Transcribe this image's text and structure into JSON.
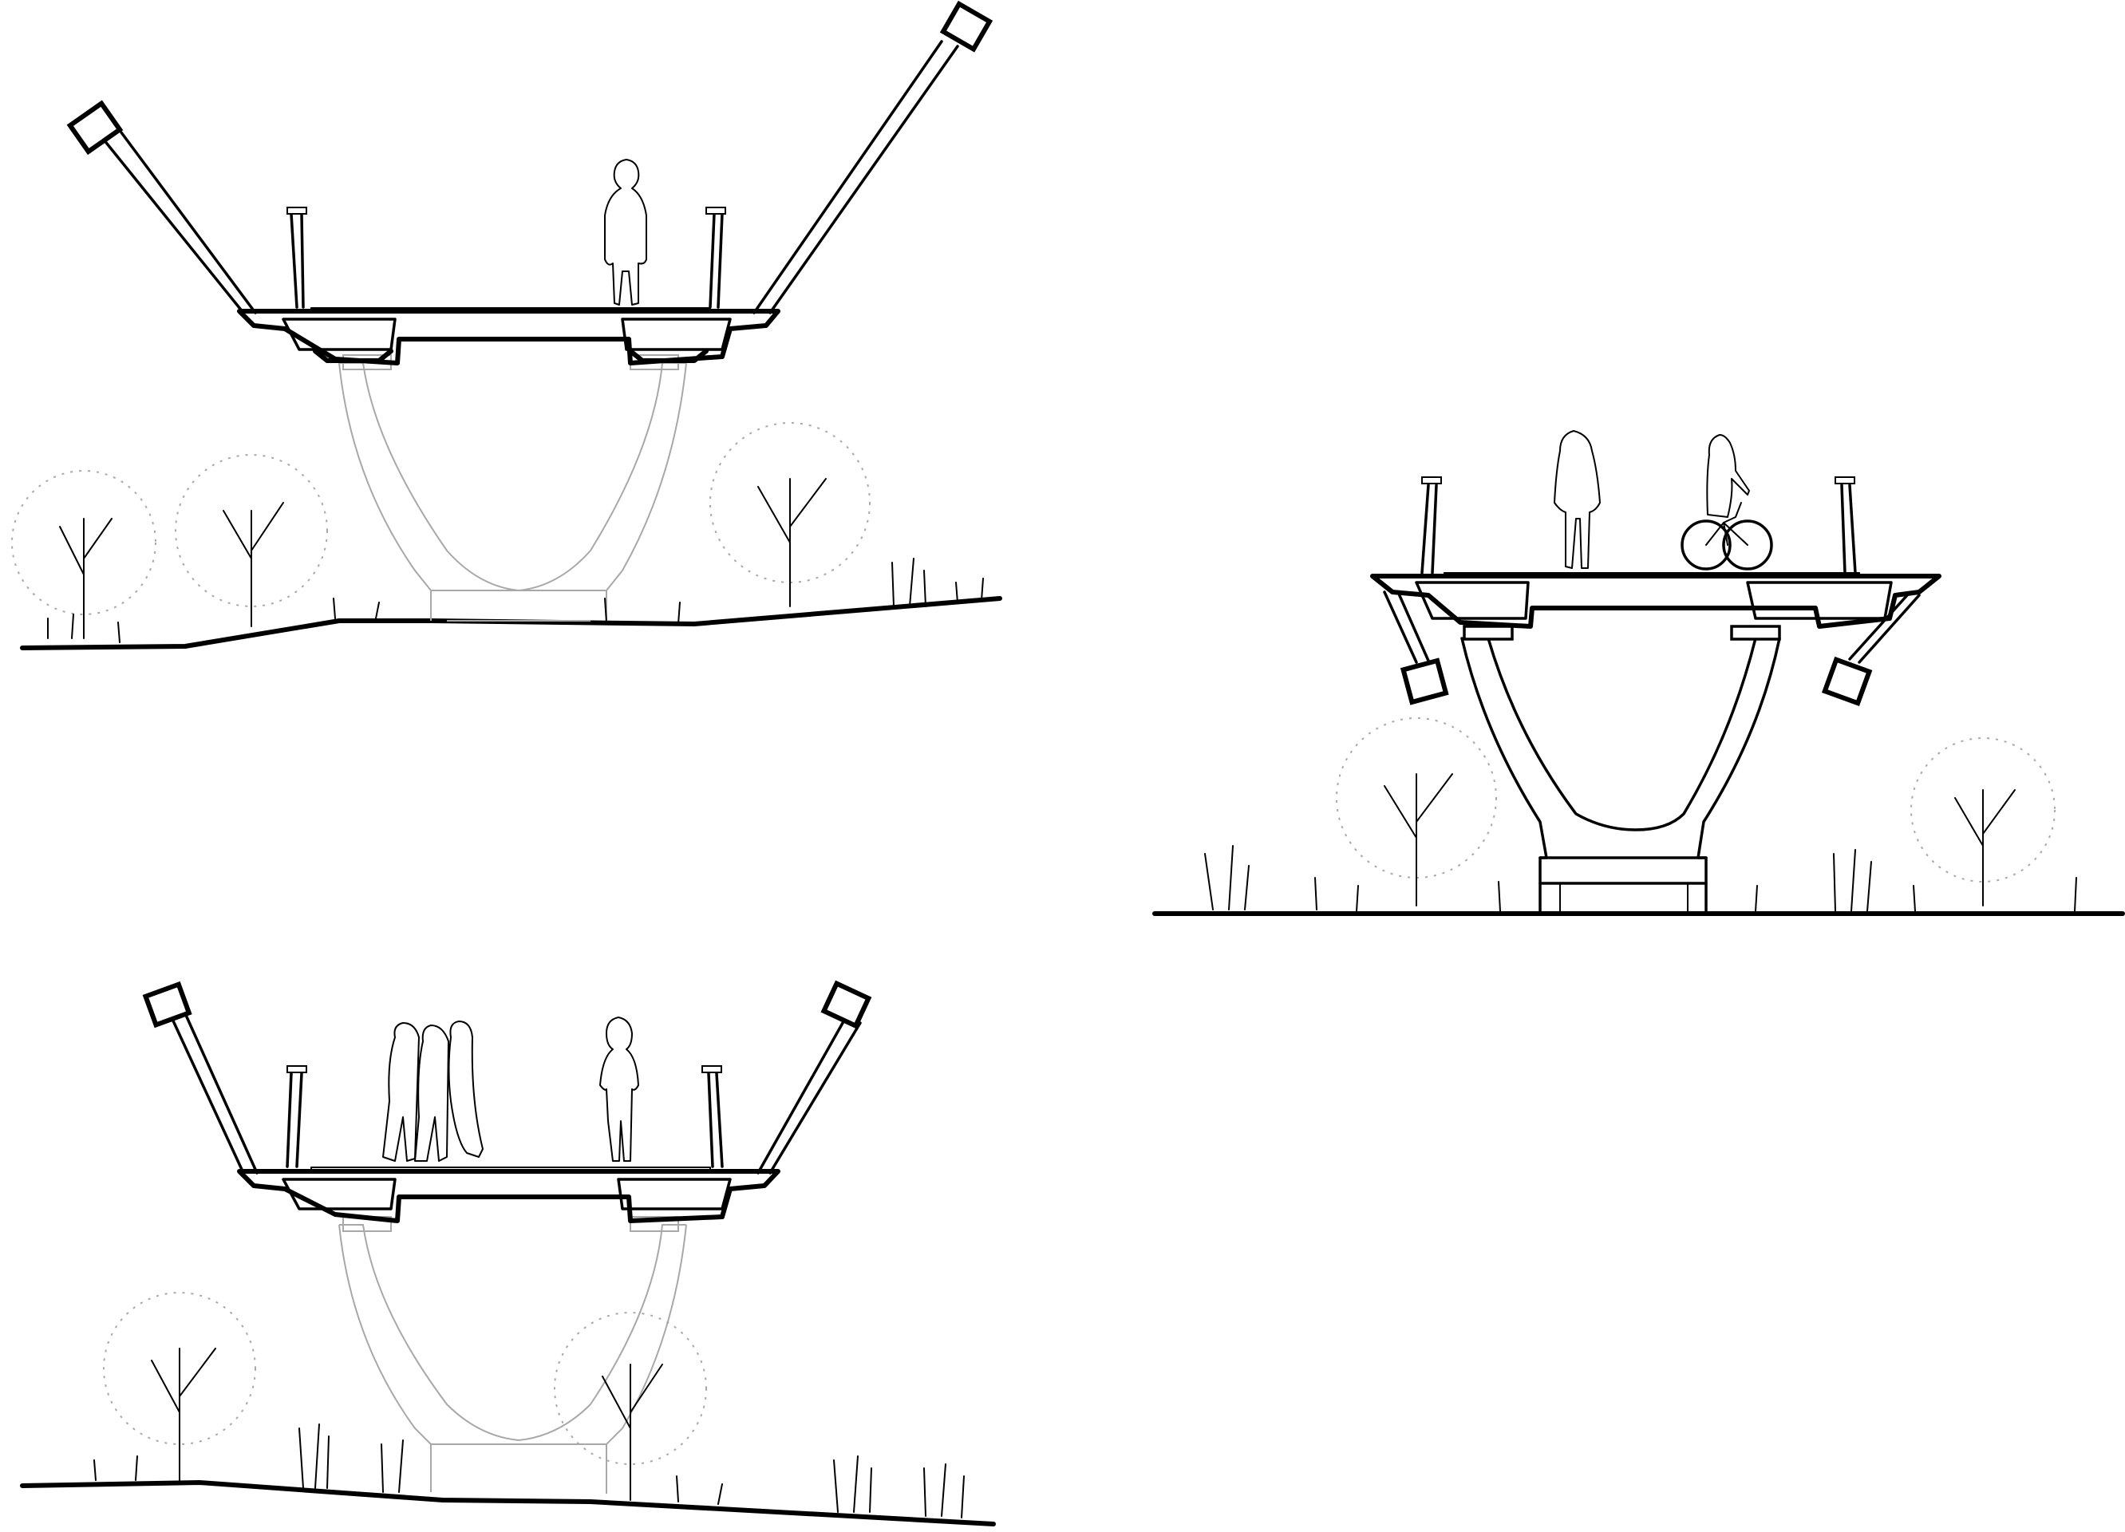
{
  "colors": {
    "background": "#ffffff",
    "line": "#000000",
    "ghost_line": "#a8a8a8",
    "foliage": "#6e6e6e"
  },
  "sections": [
    {
      "id": "section-a",
      "light_poles": "tall-upward",
      "pier": "ghost",
      "figures": [
        "standing-person"
      ]
    },
    {
      "id": "section-b",
      "light_poles": "short-downward",
      "pier": "solid",
      "figures": [
        "standing-woman",
        "cyclist"
      ]
    },
    {
      "id": "section-c",
      "light_poles": "upward",
      "pier": "ghost",
      "figures": [
        "group-of-three",
        "standing-woman"
      ]
    }
  ]
}
